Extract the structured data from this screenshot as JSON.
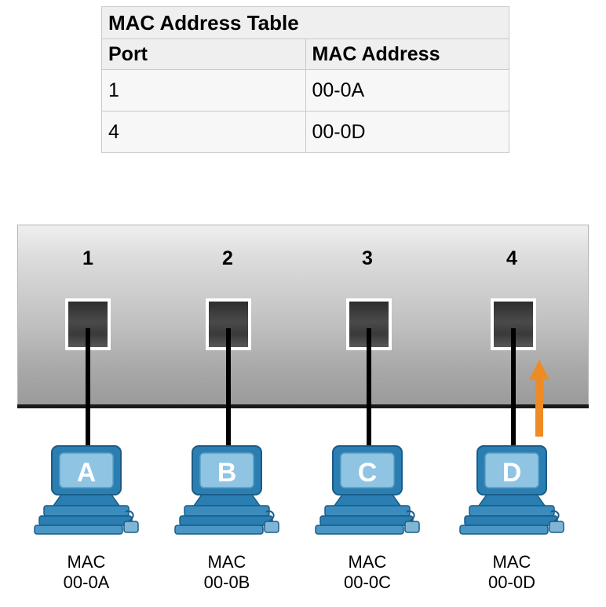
{
  "mac_table": {
    "title": "MAC Address Table",
    "columns": [
      "Port",
      "MAC Address"
    ],
    "rows": [
      {
        "port": "1",
        "mac": "00-0A"
      },
      {
        "port": "4",
        "mac": "00-0D"
      }
    ]
  },
  "switch": {
    "ports": [
      {
        "number": "1"
      },
      {
        "number": "2"
      },
      {
        "number": "3"
      },
      {
        "number": "4"
      }
    ]
  },
  "hosts": [
    {
      "name": "A",
      "mac_label": "MAC",
      "mac_value": "00-0A"
    },
    {
      "name": "B",
      "mac_label": "MAC",
      "mac_value": "00-0B"
    },
    {
      "name": "C",
      "mac_label": "MAC",
      "mac_value": "00-0C"
    },
    {
      "name": "D",
      "mac_label": "MAC",
      "mac_value": "00-0D"
    }
  ],
  "annotation": {
    "arrow_color": "#ED8B24",
    "arrow_points_to": "port-4"
  },
  "colors": {
    "pc_body": "#2a7eb2",
    "pc_screen": "#8fc4e3",
    "table_header_bg": "#efefef",
    "table_cell_bg": "#f7f7f7",
    "switch_dark": "#1a1a1a"
  }
}
